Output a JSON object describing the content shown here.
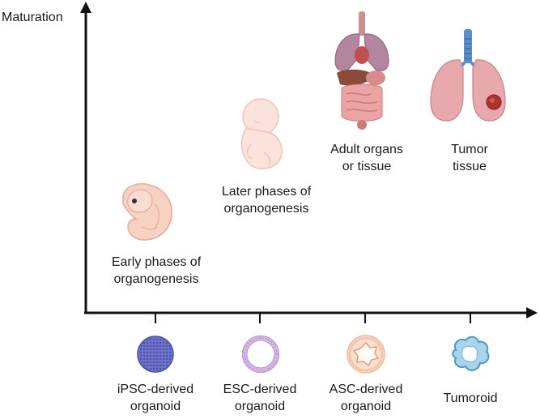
{
  "axes": {
    "y_label": "Maturation"
  },
  "stages": [
    {
      "label": "Early phases of organogenesis",
      "line1": "Early phases of",
      "line2": "organogenesis",
      "icon": "early-embryo-icon"
    },
    {
      "label": "Later phases of organogenesis",
      "line1": "Later phases of",
      "line2": "organogenesis",
      "icon": "fetus-icon"
    },
    {
      "label": "Adult organs or tissue",
      "line1": "Adult organs",
      "line2": "or tissue",
      "icon": "adult-organs-icon"
    },
    {
      "label": "Tumor tissue",
      "line1": "Tumor",
      "line2": "tissue",
      "icon": "tumor-lung-icon"
    }
  ],
  "organoids": [
    {
      "line1": "iPSC-derived",
      "line2": "organoid",
      "icon": "ipsc-organoid-icon",
      "color": "#6f74c9"
    },
    {
      "line1": "ESC-derived",
      "line2": "organoid",
      "icon": "esc-organoid-icon",
      "color": "#d8b7e6"
    },
    {
      "line1": "ASC-derived",
      "line2": "organoid",
      "icon": "asc-organoid-icon",
      "color": "#f4c6a8"
    },
    {
      "line1": "Tumoroid",
      "line2": "",
      "icon": "tumoroid-icon",
      "color": "#a9d4ec"
    }
  ]
}
